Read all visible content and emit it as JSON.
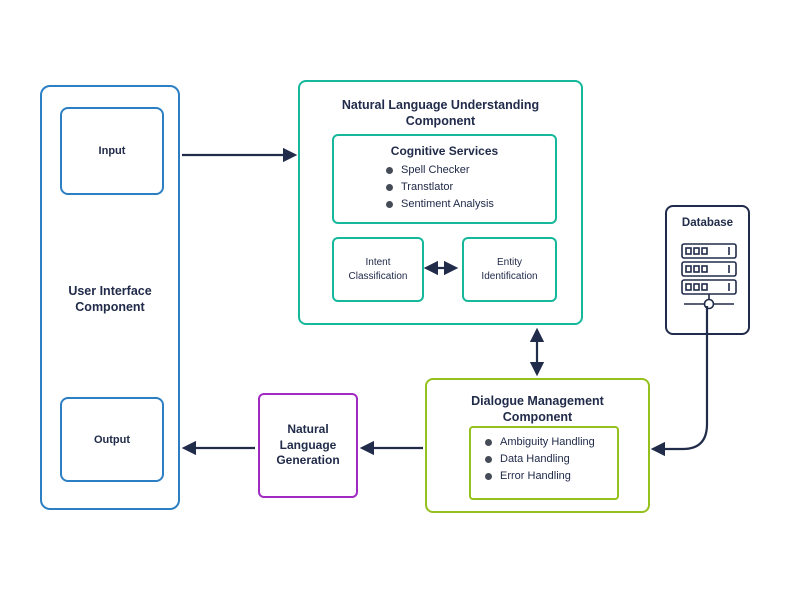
{
  "colors": {
    "blue": "#2d7fc4",
    "teal": "#16b89b",
    "green": "#95c11f",
    "purple": "#a12bc2",
    "navy": "#212b4a",
    "bullet": "#454b57"
  },
  "ui_component": {
    "title": "User Interface Component",
    "input_label": "Input",
    "output_label": "Output"
  },
  "nlu": {
    "title": "Natural Language Understanding Component",
    "cognitive_services": {
      "title": "Cognitive Services",
      "items": [
        "Spell Checker",
        "Transtlator",
        "Sentiment Analysis"
      ]
    },
    "intent_label": "Intent Classification",
    "entity_label": "Entity Identification"
  },
  "database": {
    "title": "Database"
  },
  "dialogue": {
    "title": "Dialogue Management Component",
    "items": [
      "Ambiguity Handling",
      "Data Handling",
      "Error Handling"
    ]
  },
  "nlg": {
    "title": "Natural Language Generation"
  }
}
